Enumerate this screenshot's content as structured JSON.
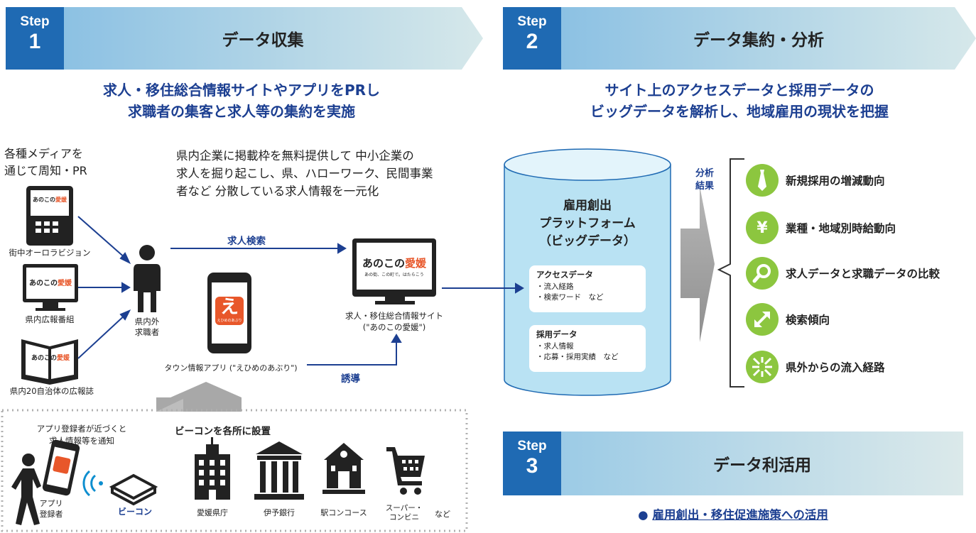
{
  "step1": {
    "step_word": "Step",
    "number": "1",
    "title": "データ収集",
    "subhead_line1": "求人・移住総合情報サイトやアプリをPRし",
    "subhead_line2": "求職者の集客と求人等の集約を実施",
    "media_text_line1": "各種メディアを",
    "media_text_line2": "通じて周知・PR",
    "desc_line1": "県内企業に掲載枠を無料提供して 中小企業の",
    "desc_line2": "求人を掘り起こし、県、ハローワーク、民間事業",
    "desc_line3": "者など 分散している求人情報を一元化",
    "media": [
      {
        "label": "街中オーロラビジョン"
      },
      {
        "label": "県内広報番組"
      },
      {
        "label": "県内20自治体の広報誌"
      }
    ],
    "job_seeker_line1": "県内外",
    "job_seeker_line2": "求職者",
    "job_search_label": "求人検索",
    "guide_label": "誘導",
    "app_label": "タウン情報アプリ (\"えひめのあぶり\")",
    "site_label_line1": "求人・移住総合情報サイト",
    "site_label_line2": "(\"あのこの愛媛\")",
    "logo_text": "あのこの",
    "logo_highlight": "愛媛",
    "logo_sub": "あの街、この町で。はたらこう",
    "app_icon_char": "え",
    "app_icon_sub": "えひめのあぶり"
  },
  "beacon": {
    "notify_line1": "アプリ登録者が近づくと",
    "notify_line2": "求人情報等を通知",
    "install_title": "ビーコンを各所に設置",
    "app_user_line1": "アプリ",
    "app_user_line2": "登録者",
    "beacon_label": "ビーコン",
    "places": [
      {
        "label": "愛媛県庁"
      },
      {
        "label": "伊予銀行"
      },
      {
        "label": "駅コンコース"
      },
      {
        "label": "スーパー・\nコンビニ"
      }
    ],
    "etc": "など"
  },
  "step2": {
    "step_word": "Step",
    "number": "2",
    "title": "データ集約・分析",
    "subhead_line1": "サイト上のアクセスデータと採用データの",
    "subhead_line2": "ビッグデータを解析し、地域雇用の現状を把握",
    "platform_line1": "雇用創出",
    "platform_line2": "プラットフォーム",
    "platform_line3": "（ビッグデータ）",
    "access_title": "アクセスデータ",
    "access_item1": "・流入経路",
    "access_item2": "・検索ワード　など",
    "hire_title": "採用データ",
    "hire_item1": "・求人情報",
    "hire_item2": "・応募・採用実績　など",
    "analysis_line1": "分析",
    "analysis_line2": "結果",
    "results": [
      {
        "icon": "tie-icon",
        "glyph": "▼",
        "label": "新規採用の増減動向"
      },
      {
        "icon": "yen-icon",
        "glyph": "¥",
        "label": "業種・地域別時給動向"
      },
      {
        "icon": "magnifier-icon",
        "glyph": "⚲",
        "label": "求人データと求職データの比較"
      },
      {
        "icon": "diagonal-arrows-icon",
        "glyph": "⤢",
        "label": "検索傾向"
      },
      {
        "icon": "converge-arrows-icon",
        "glyph": "⋇",
        "label": "県外からの流入経路"
      }
    ]
  },
  "step3": {
    "step_word": "Step",
    "number": "3",
    "title": "データ利活用",
    "bullet": "●",
    "item": "雇用創出・移住促進施策への活用"
  },
  "colors": {
    "step_blue": "#1f6ab3",
    "banner_light": "#c6dfe6",
    "subhead_blue": "#1c3f91",
    "cylinder": "#b9e2f3",
    "green": "#8cc63f",
    "app_orange": "#e8572a"
  }
}
